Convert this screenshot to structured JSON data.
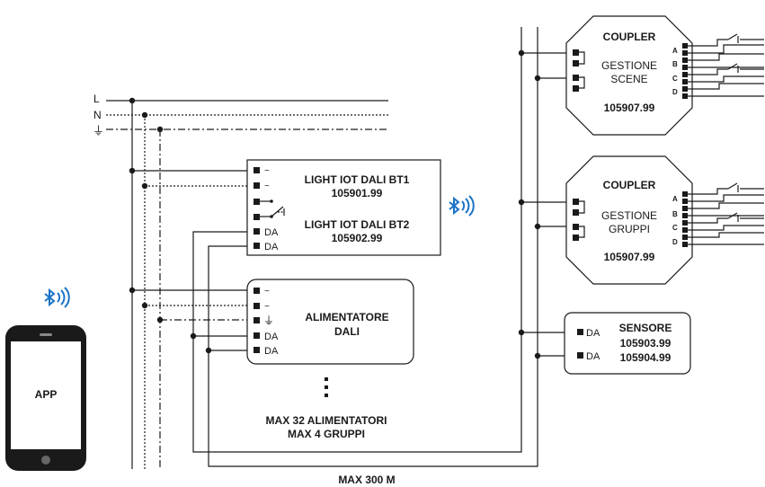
{
  "mains": {
    "l": "L",
    "n": "N",
    "earth_symbol": "⏚"
  },
  "device1": {
    "name1": "LIGHT IOT DALI BT1",
    "code1": "105901.99",
    "name2": "LIGHT IOT DALI BT2",
    "code2": "105902.99",
    "terminals": [
      "~",
      "~",
      "",
      "",
      "DA",
      "DA"
    ]
  },
  "psu": {
    "name": "ALIMENTATORE",
    "name2": "DALI",
    "terminals": [
      "~",
      "~",
      "⏚",
      "DA",
      "DA"
    ]
  },
  "dots": "⋮",
  "limits": {
    "line1": "MAX 32 ALIMENTATORI",
    "line2": "MAX 4 GRUPPI"
  },
  "coupler1": {
    "title": "COUPLER",
    "sub1": "GESTIONE",
    "sub2": "SCENE",
    "code": "105907.99",
    "ports": [
      "A",
      "B",
      "C",
      "D"
    ]
  },
  "coupler2": {
    "title": "COUPLER",
    "sub1": "GESTIONE",
    "sub2": "GRUPPI",
    "code": "105907.99",
    "ports": [
      "A",
      "B",
      "C",
      "D"
    ]
  },
  "sensor": {
    "title": "SENSORE",
    "code1": "105903.99",
    "code2": "105904.99",
    "terminals": [
      "DA",
      "DA"
    ]
  },
  "phone": {
    "app_label": "APP"
  },
  "bottom": {
    "max_label": "MAX 300 M"
  },
  "colors": {
    "bluetooth": "#1a73c7",
    "line": "#1a1a1a"
  },
  "icons": {
    "bluetooth": "bluetooth-icon",
    "switch": "switch-icon"
  }
}
